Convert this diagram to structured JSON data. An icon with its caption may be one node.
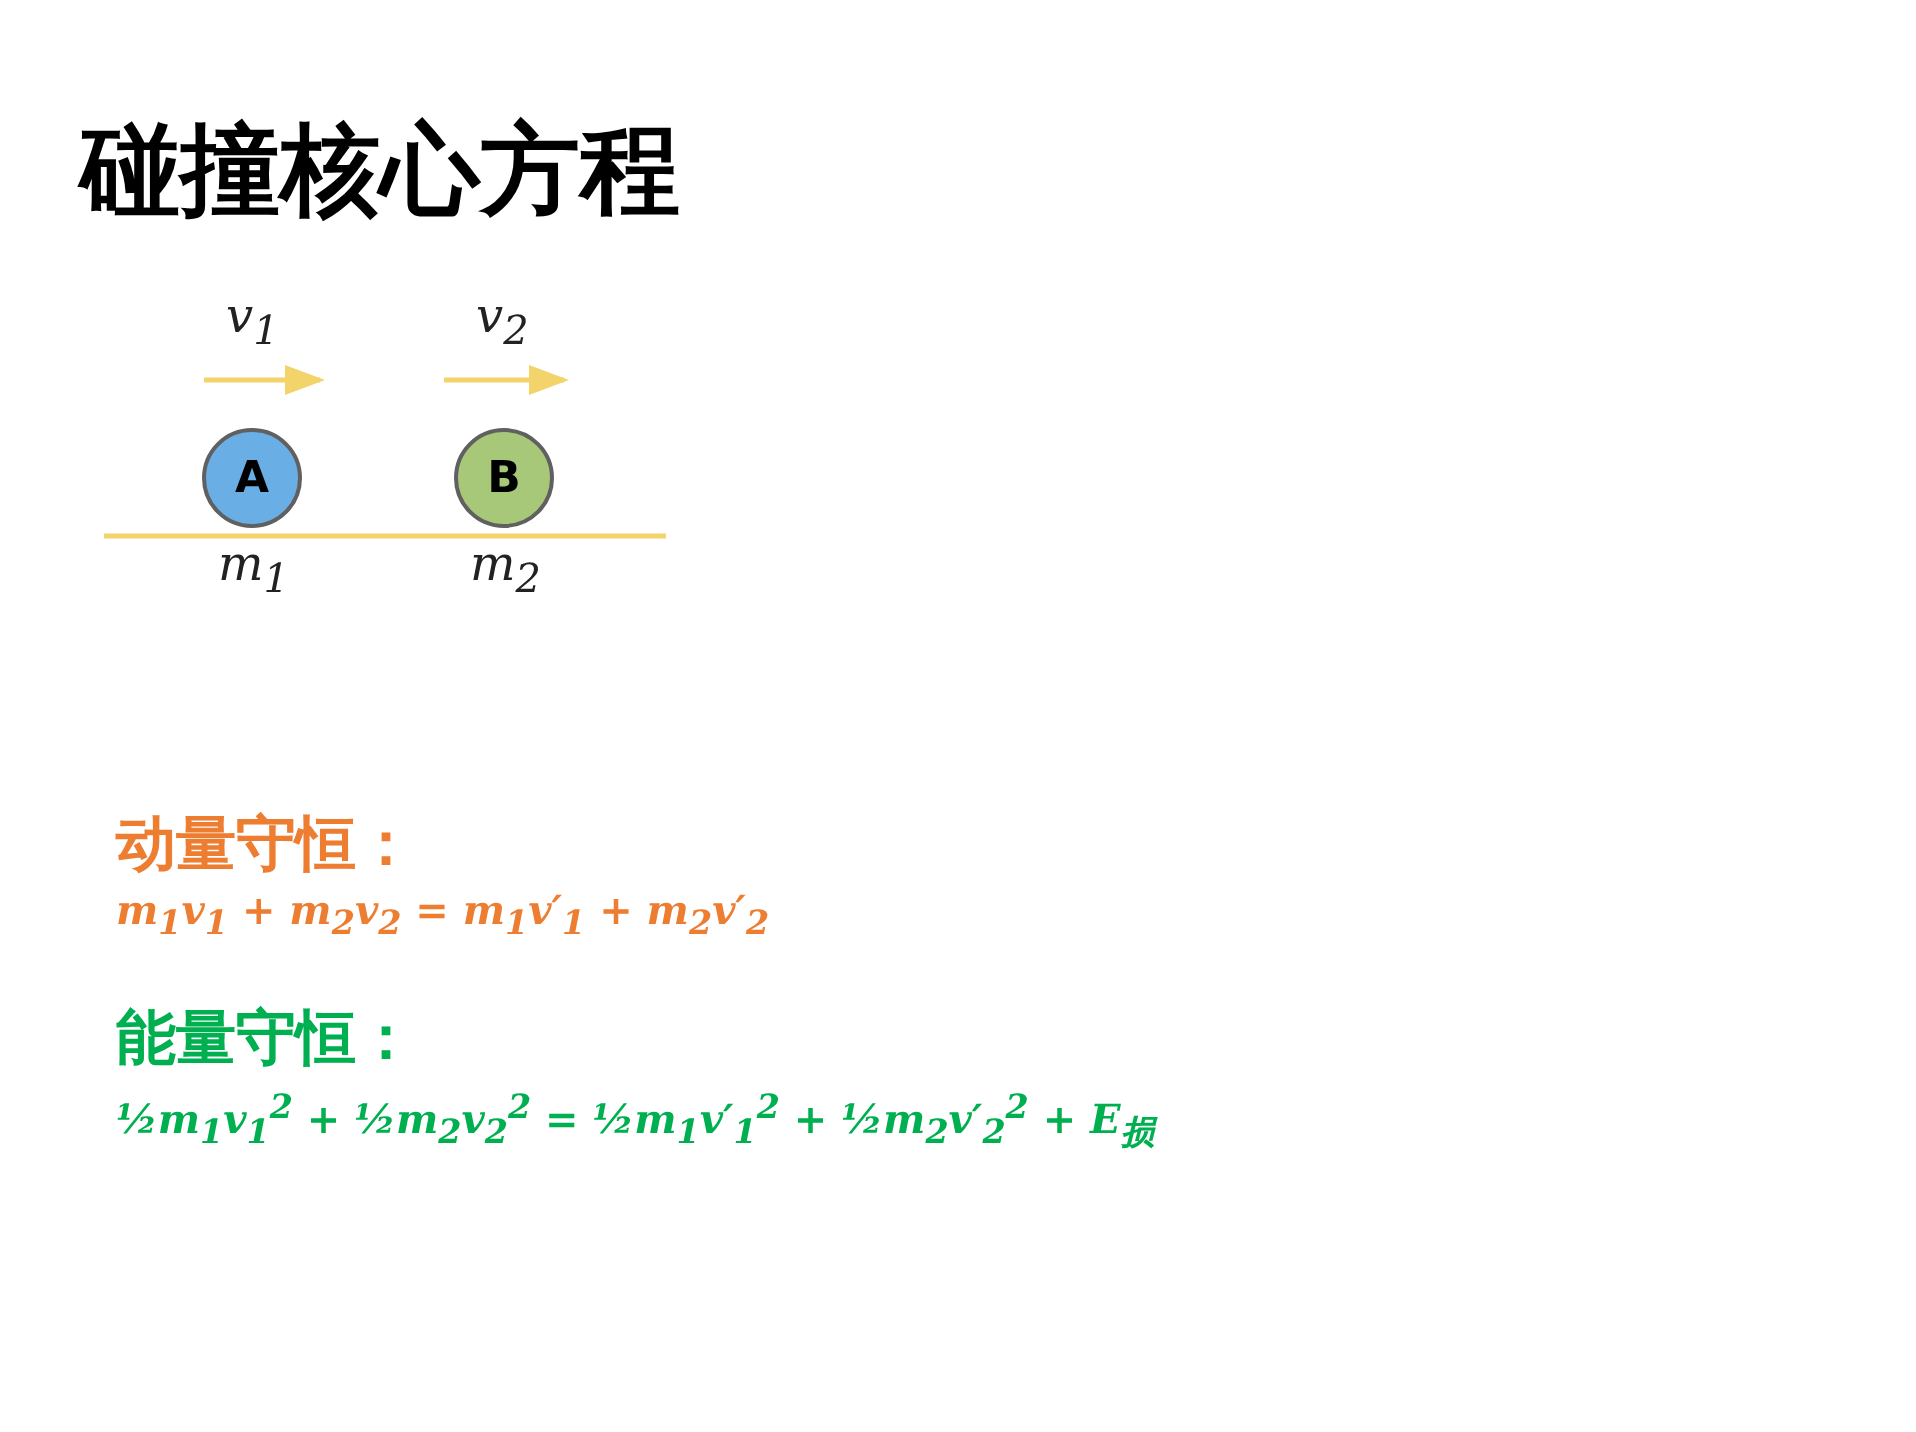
{
  "diagram": {
    "title": "碰撞核心方程",
    "nodes": [
      {
        "text": [
          "A"
        ]
      },
      {
        "text": [
          "B"
        ]
      }
    ],
    "edges": [],
    "labels": [
      "v$_{1}$",
      "v$_{2}$",
      "m$_{1}$",
      "m$_{2}$",
      "动量守恒：",
      "m$_{1}$v$_{1}$ + m$_{2}$v$_{2}$ = m$_{1}$v′$_{1}$ + m$_{2}$v′$_{2}$",
      "能量守恒：",
      "½m$_{1}$v$_{1}$$^{2}$ + ½m$_{2}$v$_{2}$$^{2}$ = ½m$_{1}$v′$_{1}$$^{2}$ + ½m$_{2}$v′$_{2}$$^{2}$ + E$_{损}$"
    ]
  }
}
